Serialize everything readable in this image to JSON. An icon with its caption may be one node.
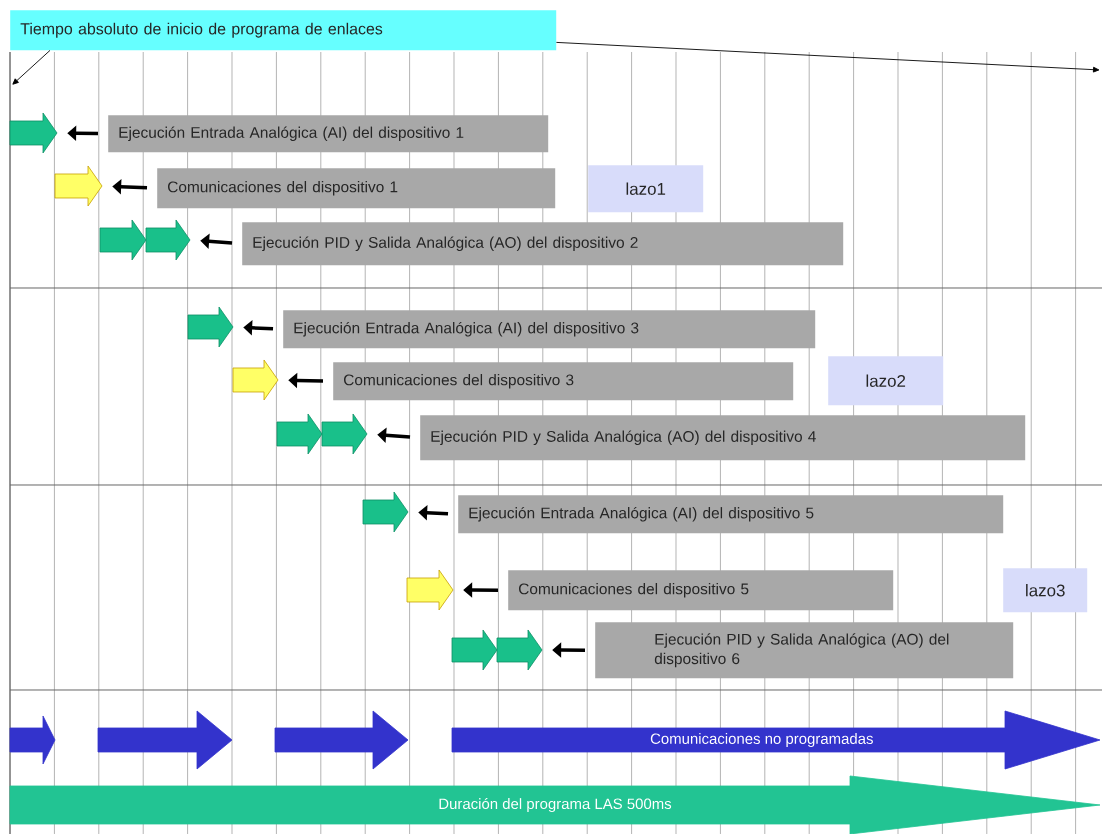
{
  "diagram": {
    "nodes": [
      {
        "text": [
          "Tiempo absoluto de inicio de programa de enlaces"
        ]
      },
      {
        "text": [],
        "shape": "arrow"
      },
      {
        "text": [
          "Ejecución Entrada Analógica (AI) del dispositivo 1"
        ]
      },
      {
        "text": [],
        "shape": "arrow"
      },
      {
        "text": [
          "Comunicaciones del dispositivo 1"
        ]
      },
      {
        "text": [
          "lazo1"
        ]
      },
      {
        "text": [],
        "shape": "arrow"
      },
      {
        "text": [],
        "shape": "arrow"
      },
      {
        "text": [
          "Ejecución PID y Salida Analógica (AO) del dispositivo 2"
        ]
      },
      {
        "text": [],
        "shape": "arrow"
      },
      {
        "text": [
          "Ejecución Entrada Analógica (AI) del dispositivo 3"
        ]
      },
      {
        "text": [],
        "shape": "arrow"
      },
      {
        "text": [
          "Comunicaciones del dispositivo 3"
        ]
      },
      {
        "text": [
          "lazo2"
        ]
      },
      {
        "text": [],
        "shape": "arrow"
      },
      {
        "text": [],
        "shape": "arrow"
      },
      {
        "text": [
          "Ejecución PID y Salida Analógica (AO) del dispositivo 4"
        ]
      },
      {
        "text": [],
        "shape": "arrow"
      },
      {
        "text": [
          "Ejecución Entrada Analógica (AI) del dispositivo 5"
        ]
      },
      {
        "text": [],
        "shape": "arrow"
      },
      {
        "text": [
          "Comunicaciones del dispositivo 5"
        ]
      },
      {
        "text": [
          "lazo3"
        ]
      },
      {
        "text": [],
        "shape": "arrow"
      },
      {
        "text": [],
        "shape": "arrow"
      },
      {
        "text": [
          "Ejecución PID y Salida Analógica (AO) del dispositivo 6"
        ]
      },
      {
        "text": [],
        "shape": "arrow"
      },
      {
        "text": [],
        "shape": "arrow"
      },
      {
        "text": [],
        "shape": "arrow"
      },
      {
        "text": [
          "Comunicaciones no programadas"
        ]
      },
      {
        "text": [
          "Duración del programa LAS 500ms"
        ]
      }
    ],
    "edges": [
      {
        "from": 0,
        "to": null,
        "arrow": "to"
      },
      {
        "from": 0,
        "to": null,
        "arrow": "to"
      },
      {
        "from": 2,
        "to": 1,
        "arrow": "to"
      },
      {
        "from": 4,
        "to": 3,
        "arrow": "to"
      },
      {
        "from": 8,
        "to": 7,
        "arrow": "to"
      },
      {
        "from": 10,
        "to": 9,
        "arrow": "to"
      },
      {
        "from": 12,
        "to": 11,
        "arrow": "to"
      },
      {
        "from": 16,
        "to": 15,
        "arrow": "to"
      },
      {
        "from": 18,
        "to": 17,
        "arrow": "to"
      },
      {
        "from": 20,
        "to": 19,
        "arrow": "to"
      },
      {
        "from": 24,
        "to": 23,
        "arrow": "to"
      }
    ]
  }
}
